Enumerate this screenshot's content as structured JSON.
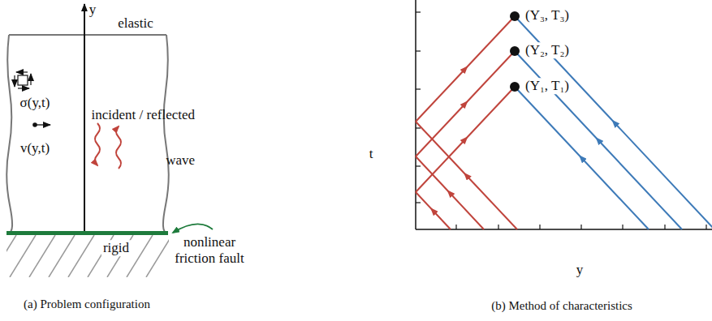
{
  "diagram": {
    "labels": [
      "y",
      "elastic",
      "σ(y,t)",
      "v(y,t)",
      "incident / reflected wave",
      "rigid",
      "nonlinear friction fault",
      "(a) Problem configuration",
      "(Y₃, T₃)",
      "(Y₂, T₂)",
      "(Y₁, T₁)",
      "t",
      "y",
      "(b) Method of characteristics"
    ]
  }
}
